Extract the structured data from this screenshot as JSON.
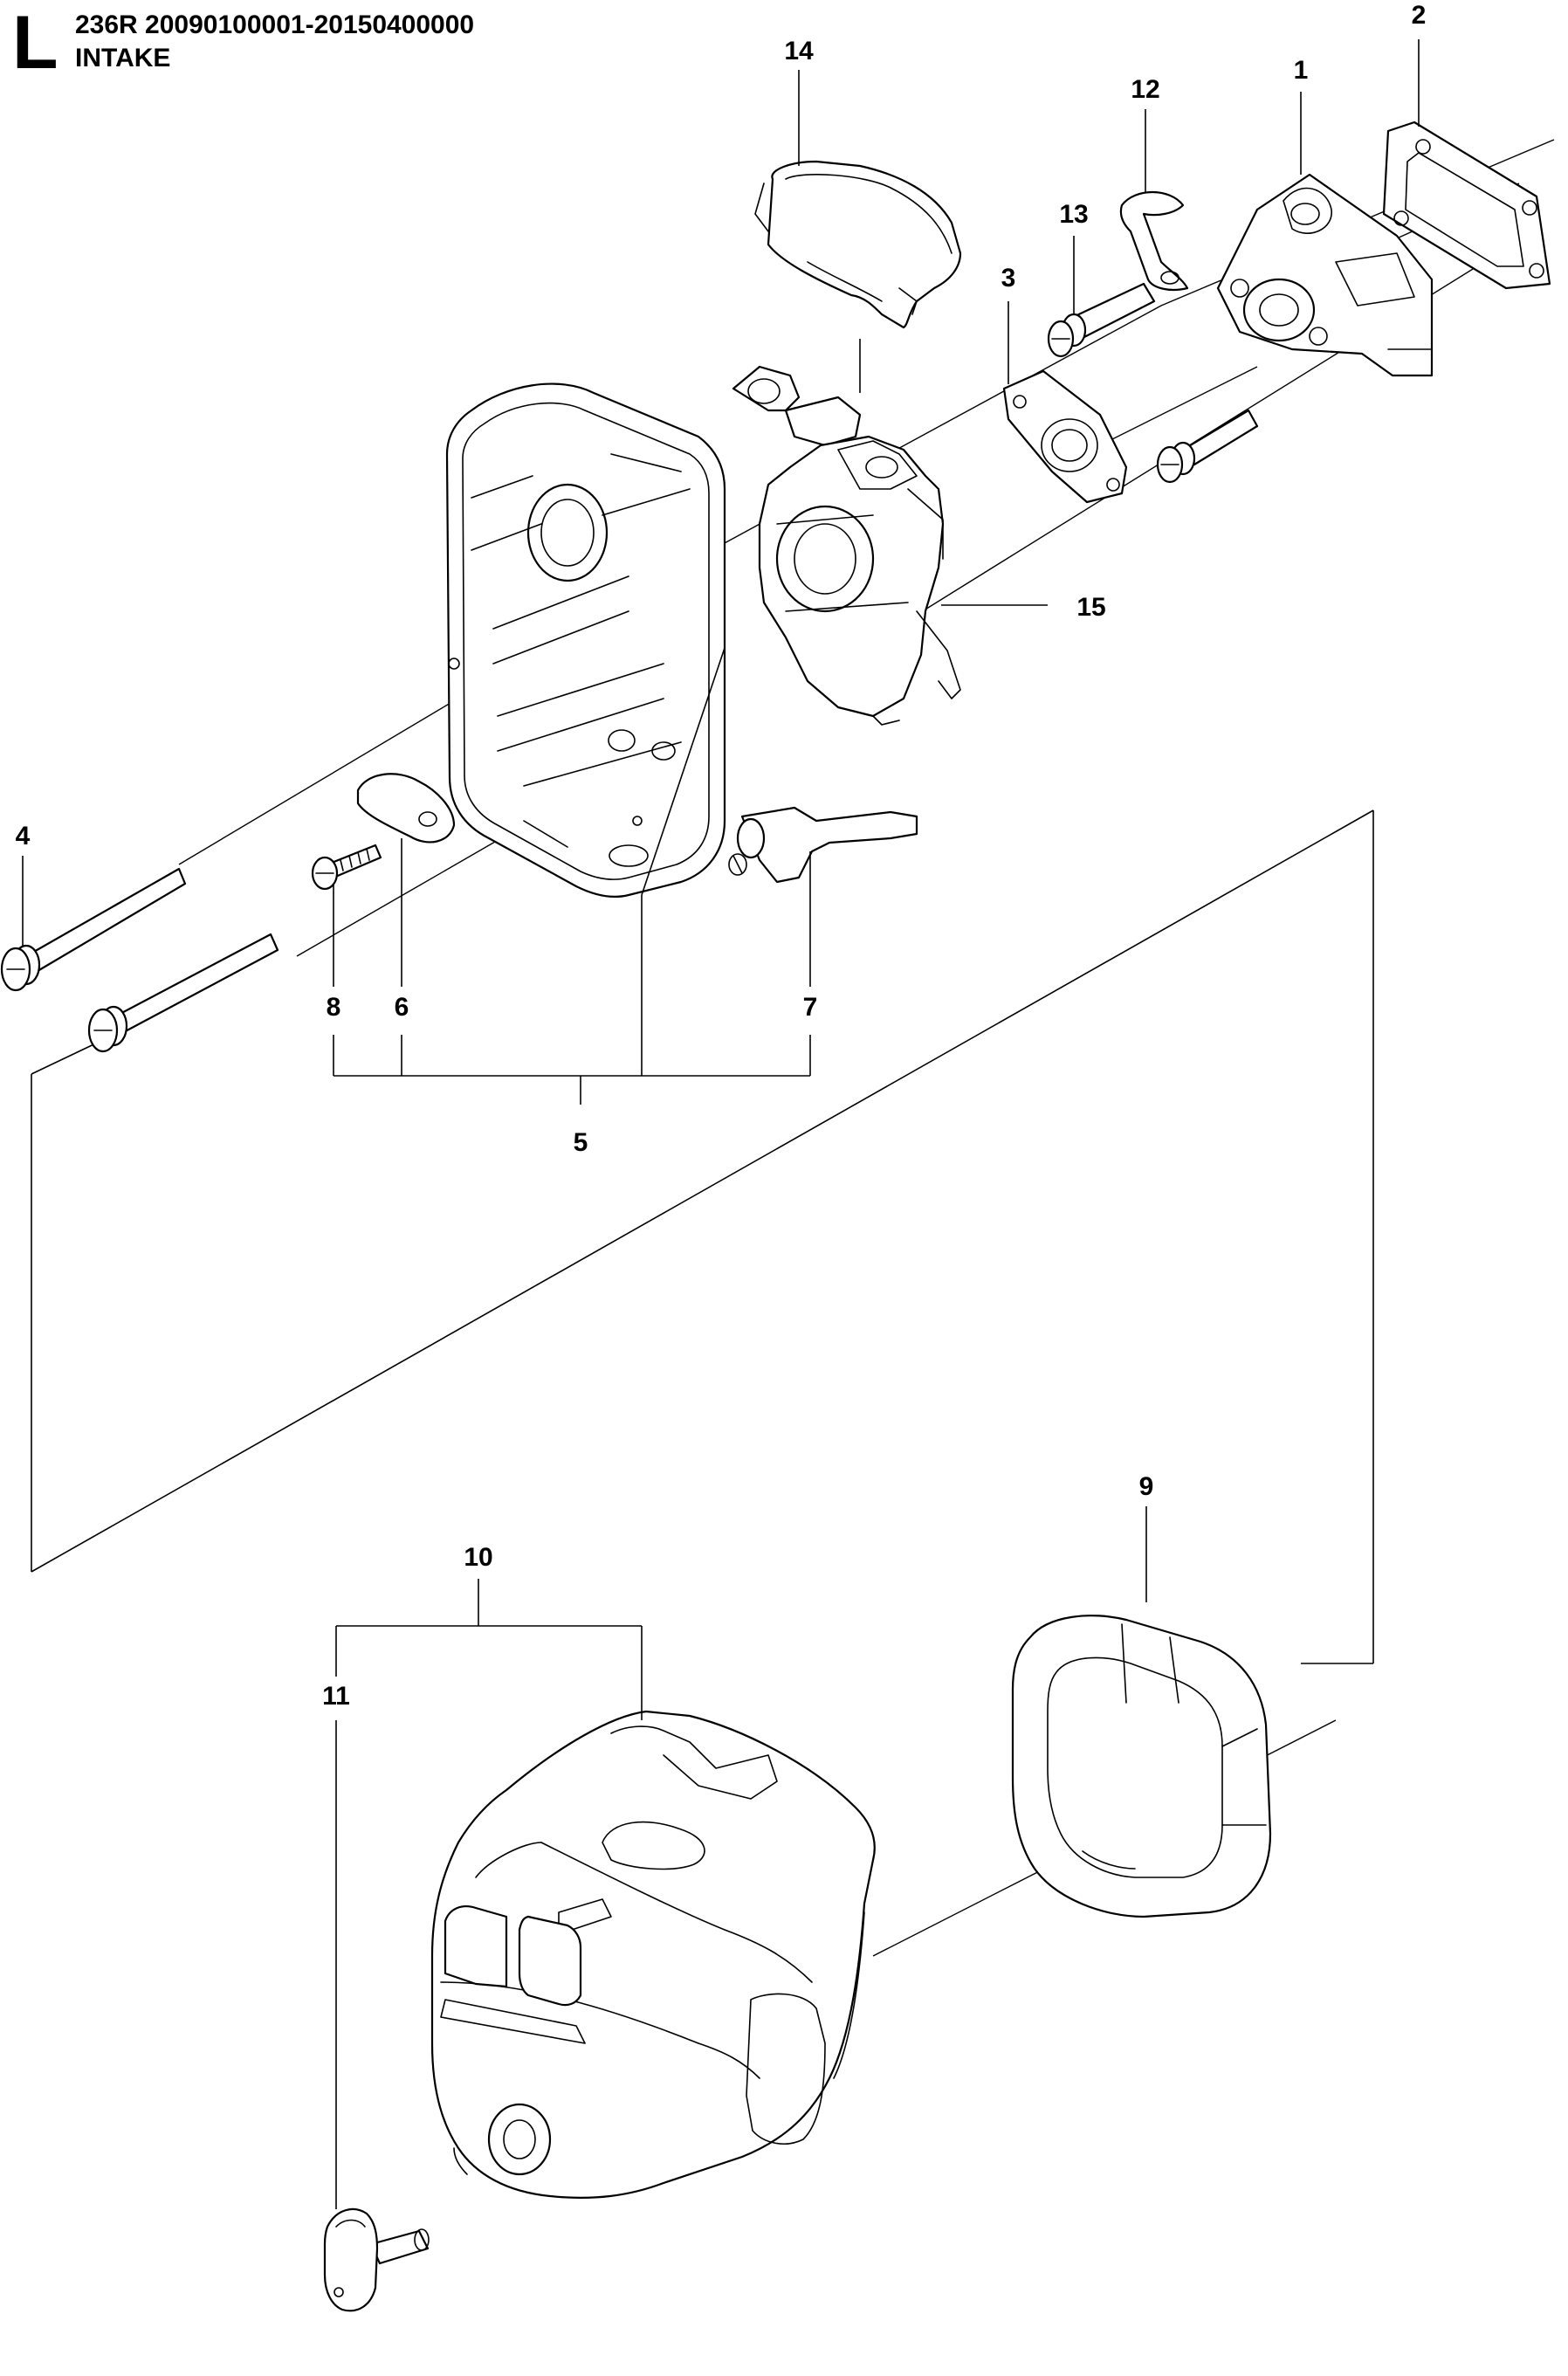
{
  "header": {
    "section_letter": "L",
    "model_line": "236R  20090100001-20150400000",
    "section_title": "INTAKE"
  },
  "callouts": {
    "c1": "1",
    "c2": "2",
    "c3": "3",
    "c4": "4",
    "c5": "5",
    "c6": "6",
    "c7": "7",
    "c8": "8",
    "c9": "9",
    "c10": "10",
    "c11": "11",
    "c12": "12",
    "c13": "13",
    "c14": "14",
    "c15": "15"
  },
  "parts": [
    {
      "ref": "1",
      "icon": "intake-flange"
    },
    {
      "ref": "2",
      "icon": "gasket"
    },
    {
      "ref": "3",
      "icon": "gasket"
    },
    {
      "ref": "4",
      "icon": "bolt"
    },
    {
      "ref": "5",
      "icon": "air-filter-holder-assembly"
    },
    {
      "ref": "6",
      "icon": "choke-plate"
    },
    {
      "ref": "7",
      "icon": "choke-lever"
    },
    {
      "ref": "8",
      "icon": "screw"
    },
    {
      "ref": "9",
      "icon": "air-filter"
    },
    {
      "ref": "10",
      "icon": "air-filter-cover"
    },
    {
      "ref": "11",
      "icon": "cover-knob"
    },
    {
      "ref": "12",
      "icon": "clamp"
    },
    {
      "ref": "13",
      "icon": "bolt"
    },
    {
      "ref": "14",
      "icon": "carburetor-cap"
    },
    {
      "ref": "15",
      "icon": "carburetor"
    }
  ]
}
